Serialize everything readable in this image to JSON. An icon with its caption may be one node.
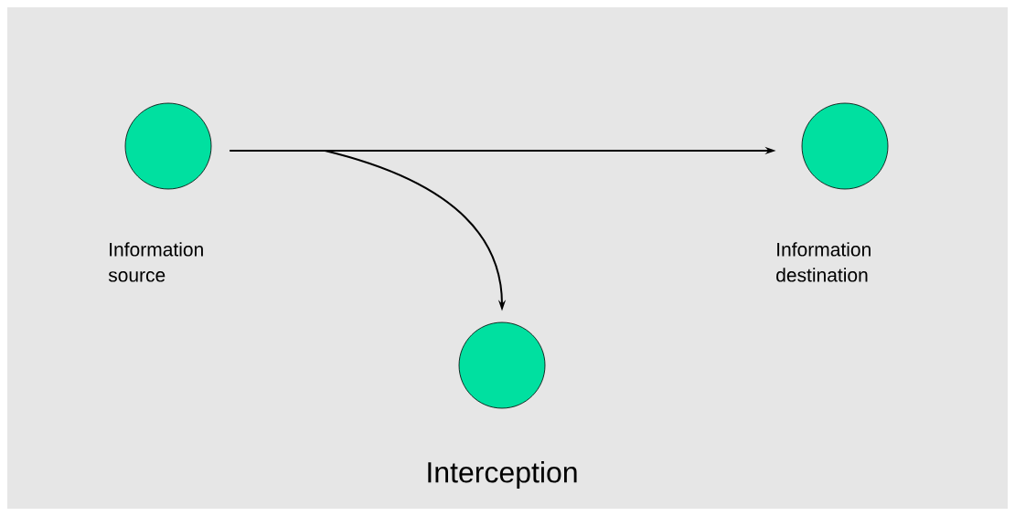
{
  "diagram": {
    "caption": "Interception",
    "nodes": [
      {
        "text": [],
        "shape": "circle",
        "beside": [
          "Information source"
        ]
      },
      {
        "text": [],
        "shape": "circle",
        "beside": [
          "Information destination"
        ]
      },
      {
        "text": [],
        "shape": "circle"
      }
    ],
    "edges": [
      {
        "from": 0,
        "to": 1,
        "arrow": "to"
      },
      {
        "from": 0,
        "to": 2,
        "arrow": "to"
      }
    ]
  }
}
